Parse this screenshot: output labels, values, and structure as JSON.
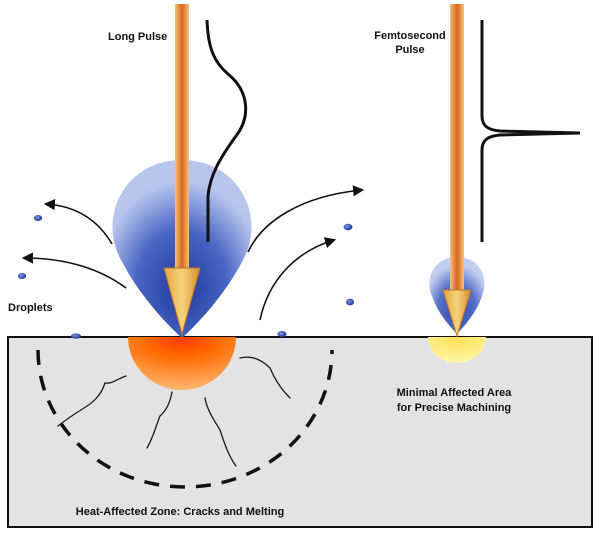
{
  "labels": {
    "long_pulse": "Long Pulse",
    "femto_line1": "Femtosecond",
    "femto_line2": "Pulse",
    "droplets": "Droplets",
    "minimal_line1": "Minimal Affected Area",
    "minimal_line2": "for Precise Machining",
    "haz": "Heat-Affected Zone: Cracks and Melting"
  },
  "colors": {
    "beam_light": "#f7c07a",
    "beam_dark": "#d9661f",
    "plume_light": "#b8c6ee",
    "plume_dark": "#1f3a9a",
    "melt_core": "#ff6a00",
    "melt_edge": "#ffb870",
    "femto_spot": "#fff7a8",
    "material": "#e3e3e3",
    "droplet": "#2f4fb0",
    "outline": "#111111"
  },
  "icons": {
    "beam": "laser-beam-arrow",
    "pulse_waveform": "pulse-waveform",
    "ejection": "curved-arrow",
    "droplet": "droplet-dot"
  }
}
